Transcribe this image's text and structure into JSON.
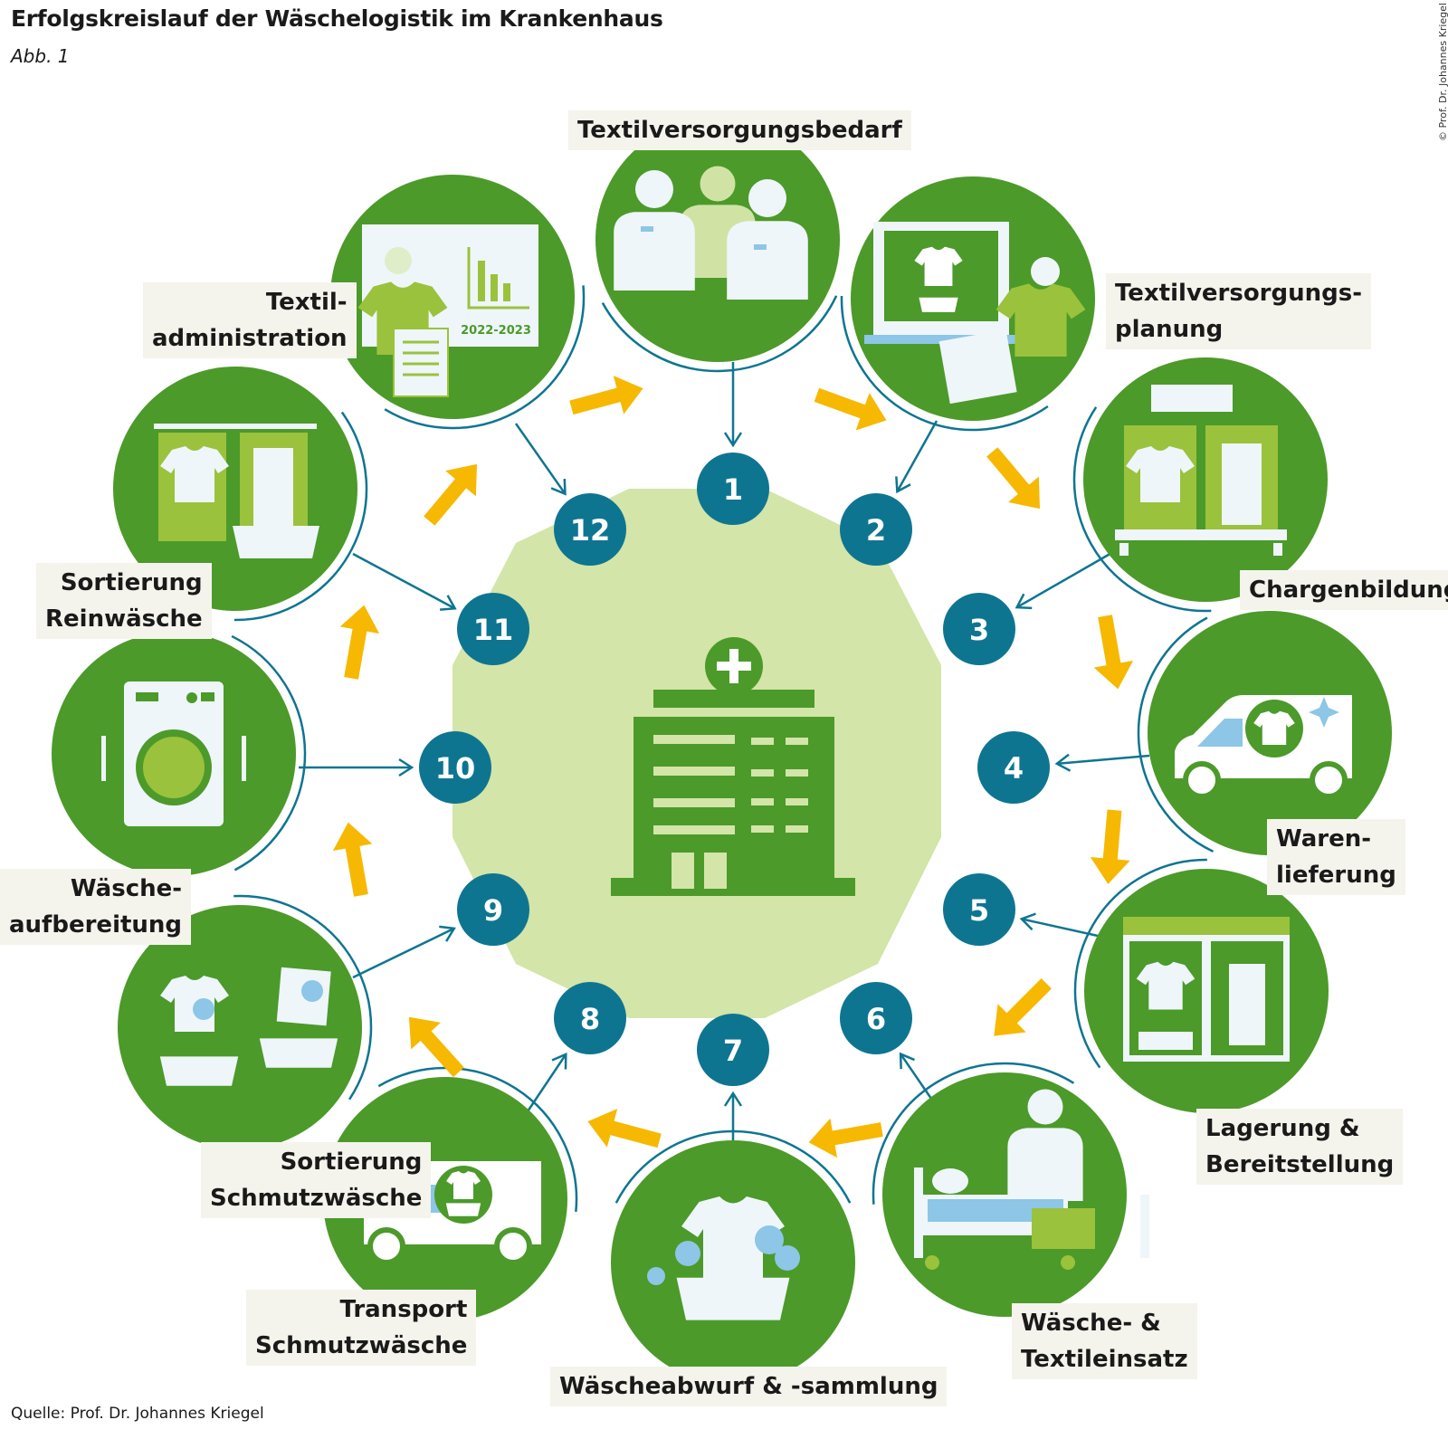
{
  "title": "Erfolgskreislauf der Wäschelogistik im Krankenhaus",
  "subtitle": "Abb. 1",
  "copyright": "© Prof. Dr. Johannes Kriegel",
  "source": "Quelle: Prof. Dr. Johannes Kriegel",
  "chart_year_label": "2022-2023",
  "colors": {
    "green": "#4c9a2a",
    "lime": "#9bc23c",
    "light_green_fill": "#d3e5a8",
    "teal": "#0e7591",
    "arrow_orange": "#f6b800",
    "icon_light": "#e9f3f7"
  },
  "steps": [
    {
      "number": "1",
      "label_lines": [
        "Textilversorgungsbedarf"
      ],
      "icon": "staff-group-icon"
    },
    {
      "number": "2",
      "label_lines": [
        "Textilversorgungs-",
        "planung"
      ],
      "icon": "planning-board-icon"
    },
    {
      "number": "3",
      "label_lines": [
        "Chargenbildung"
      ],
      "icon": "laundry-cart-icon"
    },
    {
      "number": "4",
      "label_lines": [
        "Waren-",
        "lieferung"
      ],
      "icon": "delivery-van-clean-icon"
    },
    {
      "number": "5",
      "label_lines": [
        "Lagerung &",
        "Bereitstellung"
      ],
      "icon": "storage-cabinet-icon"
    },
    {
      "number": "6",
      "label_lines": [
        "Wäsche- &",
        "Textileinsatz"
      ],
      "icon": "patient-bed-icon"
    },
    {
      "number": "7",
      "label_lines": [
        "Wäscheabwurf & -sammlung"
      ],
      "icon": "dirty-laundry-basket-icon"
    },
    {
      "number": "8",
      "label_lines": [
        "Transport",
        "Schmutzwäsche"
      ],
      "icon": "delivery-van-dirty-icon"
    },
    {
      "number": "9",
      "label_lines": [
        "Sortierung",
        "Schmutzwäsche"
      ],
      "icon": "sorting-baskets-icon"
    },
    {
      "number": "10",
      "label_lines": [
        "Wäsche-",
        "aufbereitung"
      ],
      "icon": "washing-machine-icon"
    },
    {
      "number": "11",
      "label_lines": [
        "Sortierung",
        "Reinwäsche"
      ],
      "icon": "clean-laundry-rack-icon"
    },
    {
      "number": "12",
      "label_lines": [
        "Textil-",
        "administration"
      ],
      "icon": "administration-chart-icon"
    }
  ],
  "center_icon": "hospital-building-icon"
}
